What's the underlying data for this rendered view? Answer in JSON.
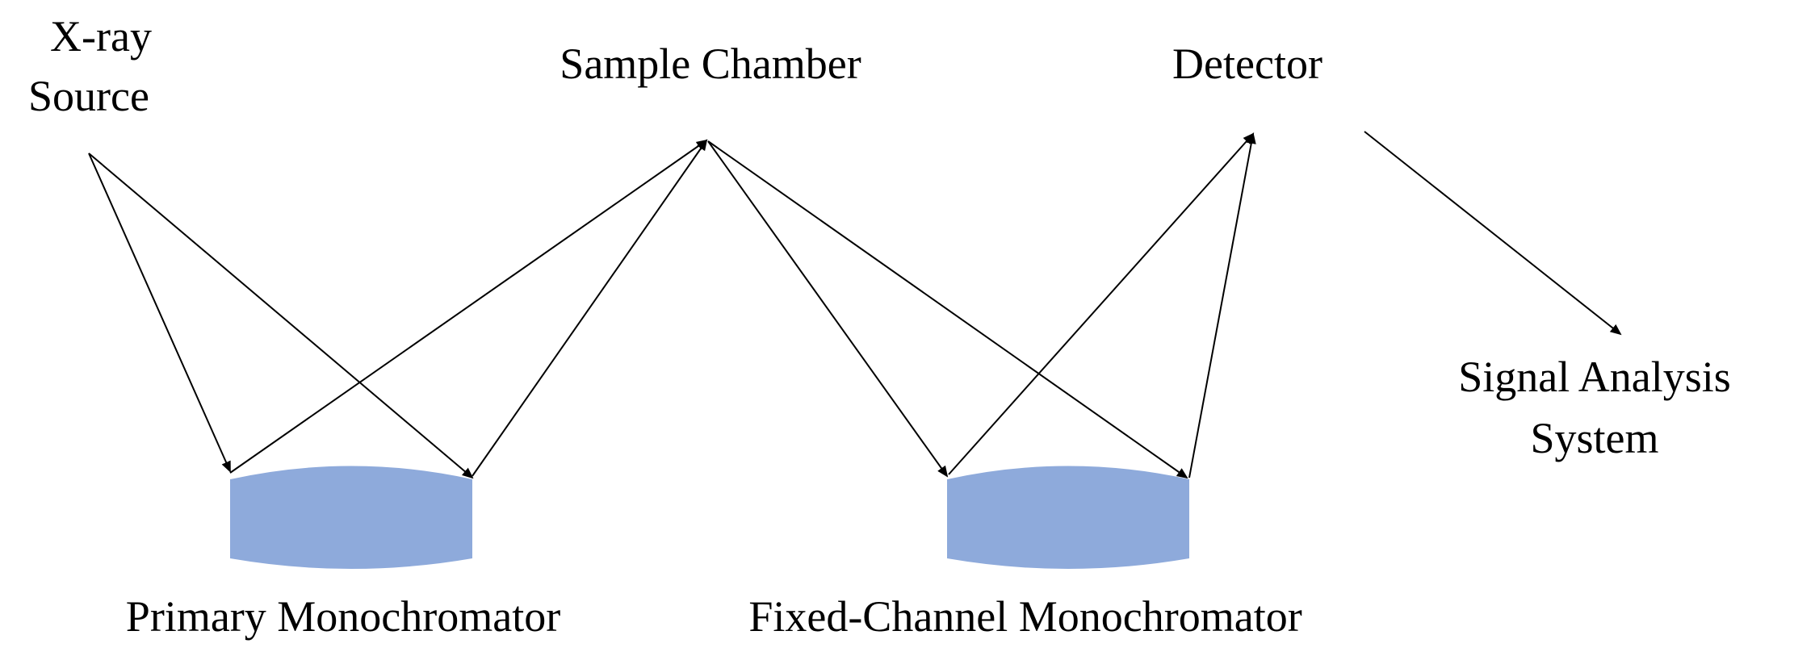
{
  "labels": {
    "xray_source_line1": "X-ray",
    "xray_source_line2": "Source",
    "sample_chamber": "Sample Chamber",
    "detector": "Detector",
    "signal_analysis_line1": "Signal Analysis",
    "signal_analysis_line2": "System",
    "primary_monochromator": "Primary Monochromator",
    "fixed_channel_monochromator": "Fixed-Channel Monochromator"
  },
  "colors": {
    "monochromator_fill": "#8eaadb",
    "line": "#000000"
  }
}
